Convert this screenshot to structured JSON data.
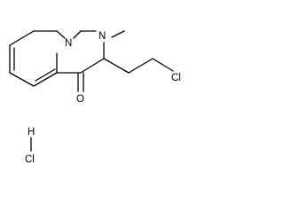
{
  "molecule": {
    "atoms": {
      "n_ring": "N",
      "n_methyl": "N",
      "o_carbonyl": "O",
      "cl_chain": "Cl",
      "h_hcl": "H",
      "cl_hcl": "Cl"
    }
  },
  "colors": {
    "bond": "#000000",
    "label": "#000000",
    "background": "#ffffff"
  }
}
